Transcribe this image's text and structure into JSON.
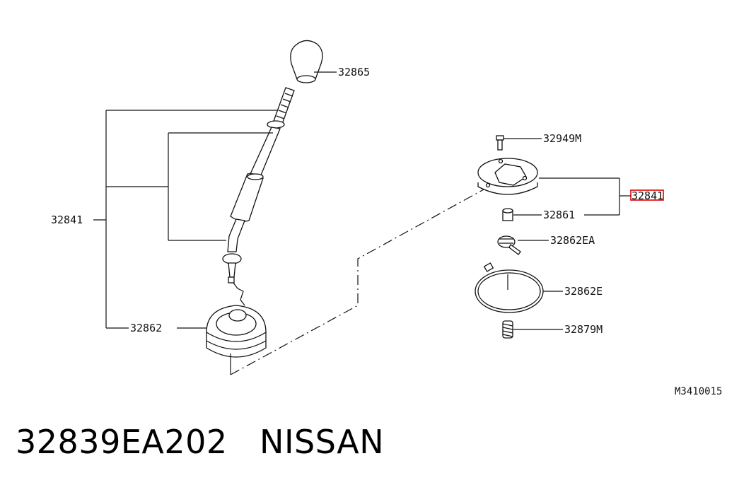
{
  "diagram": {
    "labels": {
      "knob": "32865",
      "lever_assembly": "32841",
      "boot": "32862",
      "bolt": "32949M",
      "plate_assembly": "32841",
      "bushing": "32861",
      "clamp_small": "32862EA",
      "clamp_large": "32862E",
      "spring": "32879M"
    },
    "figure_code": "M3410015"
  },
  "caption": {
    "part_number": "32839EA202",
    "brand": "NISSAN"
  },
  "colors": {
    "line": "#111111",
    "highlight": "#e00000"
  }
}
